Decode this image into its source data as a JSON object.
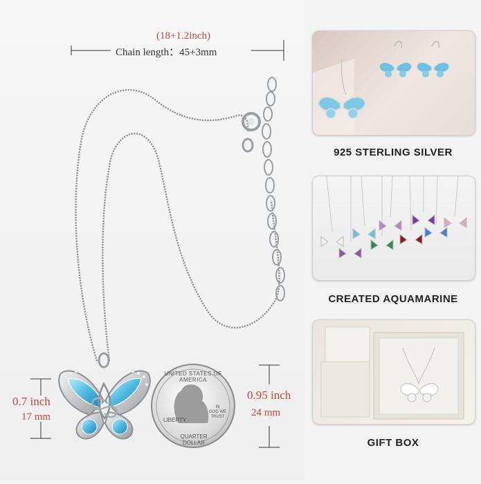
{
  "dimensions": {
    "chain_inch": "(18+1.2inch)",
    "chain_mm": "Chain length：45+3mm",
    "left_inch": "0.7 inch",
    "left_mm": "17 mm",
    "right_inch": "0.95 inch",
    "right_mm": "24 mm"
  },
  "coin": {
    "top_text": "UNITED STATES OF AMERICA",
    "liberty": "LIBERTY",
    "motto": [
      "IN",
      "GOD WE",
      "TRUST"
    ],
    "bottom_text": "QUARTER DOLLAR"
  },
  "panels": [
    {
      "label": "925 STERLING SILVER",
      "icon": "earrings-necklace-photo"
    },
    {
      "label": "CREATED AQUAMARINE",
      "icon": "birthstone-lineup-photo"
    },
    {
      "label": "GIFT BOX",
      "icon": "gift-box-photo"
    }
  ],
  "colors": {
    "accent_red": "#c8463b",
    "gem_blue": "#5fc3e4",
    "silver": "#b9bcc0"
  }
}
